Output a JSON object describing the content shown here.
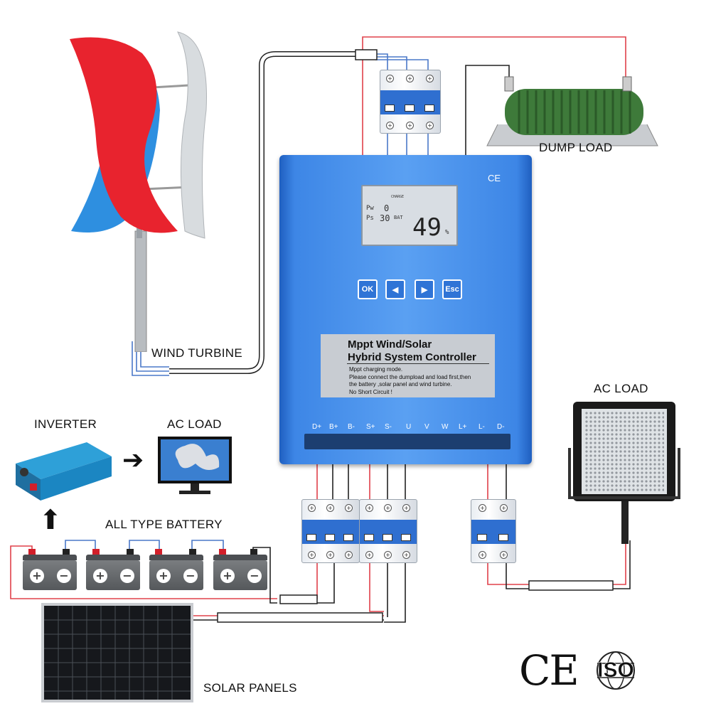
{
  "labels": {
    "wind_turbine": "WIND TURBINE",
    "dump_load": "DUMP LOAD",
    "ac_load_right": "AC LOAD",
    "inverter": "INVERTER",
    "ac_load_left": "AC LOAD",
    "all_type_battery": "ALL TYPE BATTERY",
    "solar_panels": "SOLAR PANELS"
  },
  "controller": {
    "ce_mark": "CE",
    "lcd": {
      "value": "49",
      "unit": "%",
      "pw_label": "Pw",
      "pw_value": "0",
      "ps_label": "Ps",
      "ps_value": "30",
      "charge_label": "CHARGE",
      "bat_label": "BAT"
    },
    "buttons": [
      "OK",
      "◀",
      "▶",
      "Esc"
    ],
    "title_line1": "Mppt Wind/Solar",
    "title_line2": "Hybrid System Controller",
    "instructions": [
      "Mppt charging mode.",
      "Please connect the dumpload and load first,then",
      "the battery ,solar panel and wind turbine.",
      "No Short Circuit !"
    ],
    "terminals": [
      "D+",
      "B+",
      "B-",
      "S+",
      "S-",
      "U",
      "V",
      "W",
      "L+",
      "L-",
      "D-"
    ]
  },
  "certifications": {
    "ce": "CE",
    "iso": "ISO"
  },
  "colors": {
    "controller_blue": "#3d86e6",
    "wire_red": "#e0404a",
    "wire_blue": "#4a78c8",
    "wire_black": "#222222",
    "blade_red": "#e8232e",
    "blade_blue": "#2e8fe0",
    "blade_white": "#d8dcdf"
  },
  "icons": [
    "arrow-right-icon",
    "arrow-up-icon",
    "ce-mark-icon",
    "iso-globe-icon"
  ]
}
